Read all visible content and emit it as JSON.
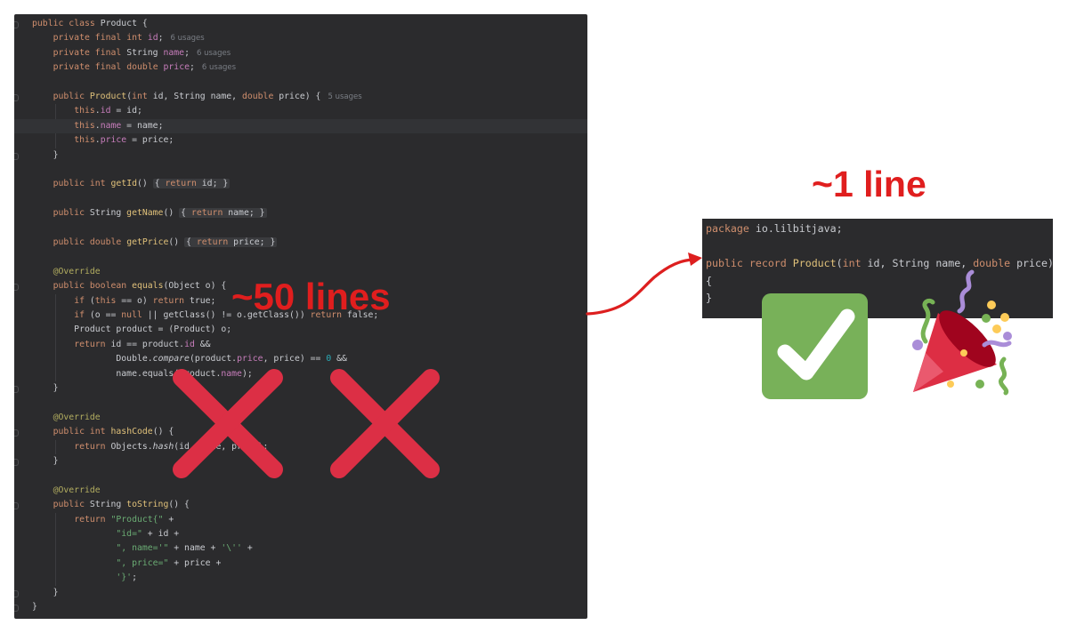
{
  "left_code": {
    "lines": [
      {
        "t": "public class Product {",
        "k": "class-decl"
      },
      {
        "t": "    private final int id;",
        "k": "field",
        "hint": "6 usages"
      },
      {
        "t": "    private final String name;",
        "k": "field",
        "hint": "6 usages"
      },
      {
        "t": "    private final double price;",
        "k": "field",
        "hint": "6 usages"
      },
      {
        "t": "",
        "k": "blank"
      },
      {
        "t": "    public Product(int id, String name, double price) {",
        "k": "ctor",
        "hint": "5 usages"
      },
      {
        "t": "        this.id = id;",
        "k": "assign"
      },
      {
        "t": "        this.name = name;",
        "k": "assign",
        "hl": true
      },
      {
        "t": "        this.price = price;",
        "k": "assign"
      },
      {
        "t": "    }",
        "k": "plain"
      },
      {
        "t": "",
        "k": "blank"
      },
      {
        "t": "    public int getId() { return id; }",
        "k": "getter"
      },
      {
        "t": "",
        "k": "blank"
      },
      {
        "t": "    public String getName() { return name; }",
        "k": "getter"
      },
      {
        "t": "",
        "k": "blank"
      },
      {
        "t": "    public double getPrice() { return price; }",
        "k": "getter"
      },
      {
        "t": "",
        "k": "blank"
      },
      {
        "t": "    @Override",
        "k": "ann"
      },
      {
        "t": "    public boolean equals(Object o) {",
        "k": "method"
      },
      {
        "t": "        if (this == o) return true;",
        "k": "kwline"
      },
      {
        "t": "        if (o == null || getClass() != o.getClass()) return false;",
        "k": "kwline"
      },
      {
        "t": "        Product product = (Product) o;",
        "k": "plain"
      },
      {
        "t": "        return id == product.id &&",
        "k": "kwline"
      },
      {
        "t": "                Double.compare(product.price, price) == 0 &&",
        "k": "plain"
      },
      {
        "t": "                name.equals(product.name);",
        "k": "plain"
      },
      {
        "t": "    }",
        "k": "plain"
      },
      {
        "t": "",
        "k": "blank"
      },
      {
        "t": "    @Override",
        "k": "ann"
      },
      {
        "t": "    public int hashCode() {",
        "k": "method"
      },
      {
        "t": "        return Objects.hash(id, name, price);",
        "k": "kwline"
      },
      {
        "t": "    }",
        "k": "plain"
      },
      {
        "t": "",
        "k": "blank"
      },
      {
        "t": "    @Override",
        "k": "ann"
      },
      {
        "t": "    public String toString() {",
        "k": "method"
      },
      {
        "t": "        return \"Product{\" +",
        "k": "strline"
      },
      {
        "t": "                \"id=\" + id +",
        "k": "strline"
      },
      {
        "t": "                \", name='\" + name + '\\'' +",
        "k": "strline"
      },
      {
        "t": "                \", price=\" + price +",
        "k": "strline"
      },
      {
        "t": "                '}';",
        "k": "strline"
      },
      {
        "t": "    }",
        "k": "plain"
      },
      {
        "t": "}",
        "k": "plain"
      }
    ]
  },
  "right_code": {
    "lines": [
      {
        "t": "package io.lilbitjava;"
      },
      {
        "t": ""
      },
      {
        "t": "public record Product(int id, String name, double price)"
      },
      {
        "t": "{"
      },
      {
        "t": "}"
      }
    ]
  },
  "labels": {
    "left_count": "~50 lines",
    "right_count": "~1 line"
  },
  "colors": {
    "cross": "#dc2f45",
    "arrow": "#dd1f1f",
    "check_bg": "#78b159",
    "label_red": "#e01e1e"
  },
  "icons": {
    "cross_1": "cross-mark-icon",
    "cross_2": "cross-mark-icon",
    "check": "check-mark-button-icon",
    "party": "party-popper-icon"
  }
}
